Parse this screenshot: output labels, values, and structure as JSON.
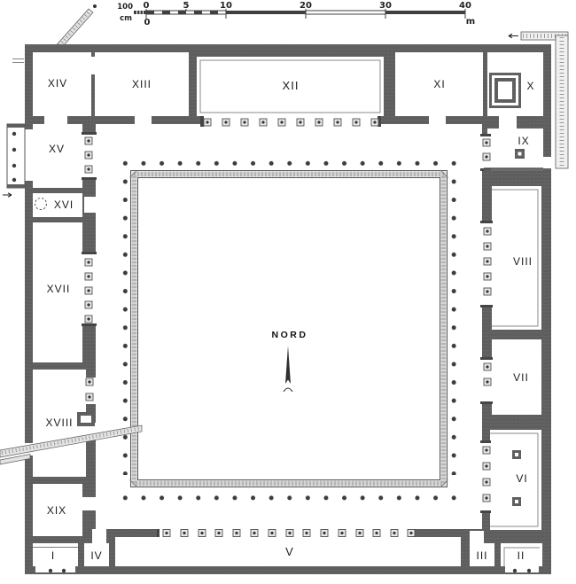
{
  "figure": {
    "kind": "archaeological floor plan",
    "north_label": "NORD"
  },
  "scale_bar": {
    "ticks": [
      "0",
      "5",
      "10",
      "20",
      "30",
      "40"
    ],
    "big_unit": "m",
    "small_value": "100",
    "small_unit": "cm",
    "zero_bottom": "0"
  },
  "rooms": [
    {
      "label": "I"
    },
    {
      "label": "II"
    },
    {
      "label": "III"
    },
    {
      "label": "IV"
    },
    {
      "label": "V"
    },
    {
      "label": "VI"
    },
    {
      "label": "VII"
    },
    {
      "label": "VIII"
    },
    {
      "label": "IX"
    },
    {
      "label": "X"
    },
    {
      "label": "XI"
    },
    {
      "label": "XII"
    },
    {
      "label": "XIII"
    },
    {
      "label": "XIV"
    },
    {
      "label": "XV"
    },
    {
      "label": "XVI"
    },
    {
      "label": "XVII"
    },
    {
      "label": "XVIII"
    },
    {
      "label": "XIX"
    }
  ],
  "colors": {
    "paper": "#ffffff",
    "wall": "#616161",
    "wall_dark": "#454545",
    "line": "#555555",
    "channel": "#e3e3e3",
    "ink": "#1b1b1b"
  }
}
